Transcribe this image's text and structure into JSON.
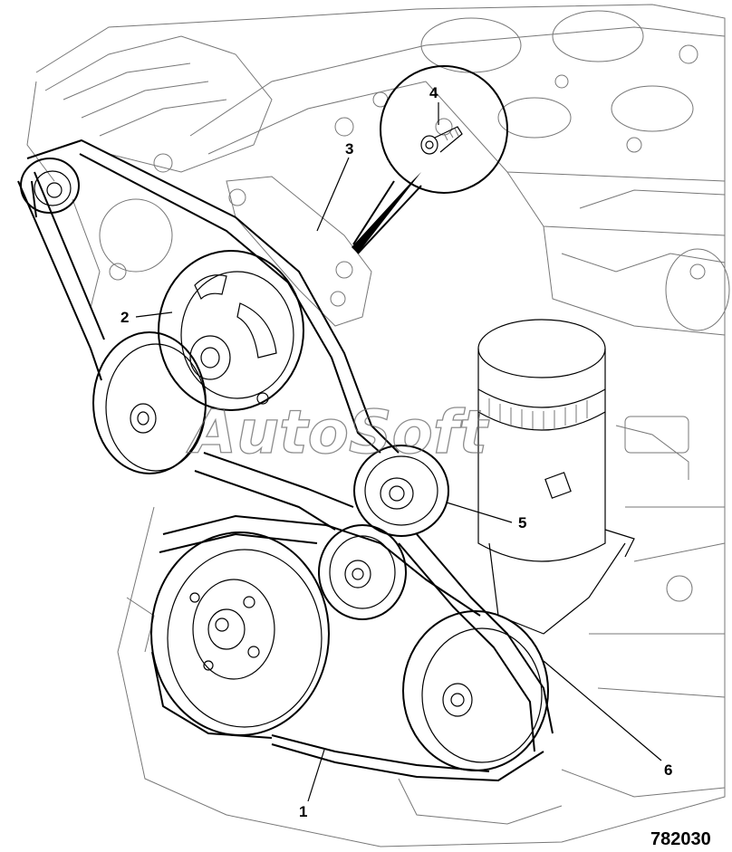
{
  "figure_number": "782030",
  "watermark": "AutoSoft",
  "callouts": [
    "1",
    "2",
    "3",
    "4",
    "5",
    "6"
  ],
  "colors": {
    "line": "#000000",
    "background": "#ffffff",
    "engine_line": "#777777",
    "watermark": "#666666"
  }
}
